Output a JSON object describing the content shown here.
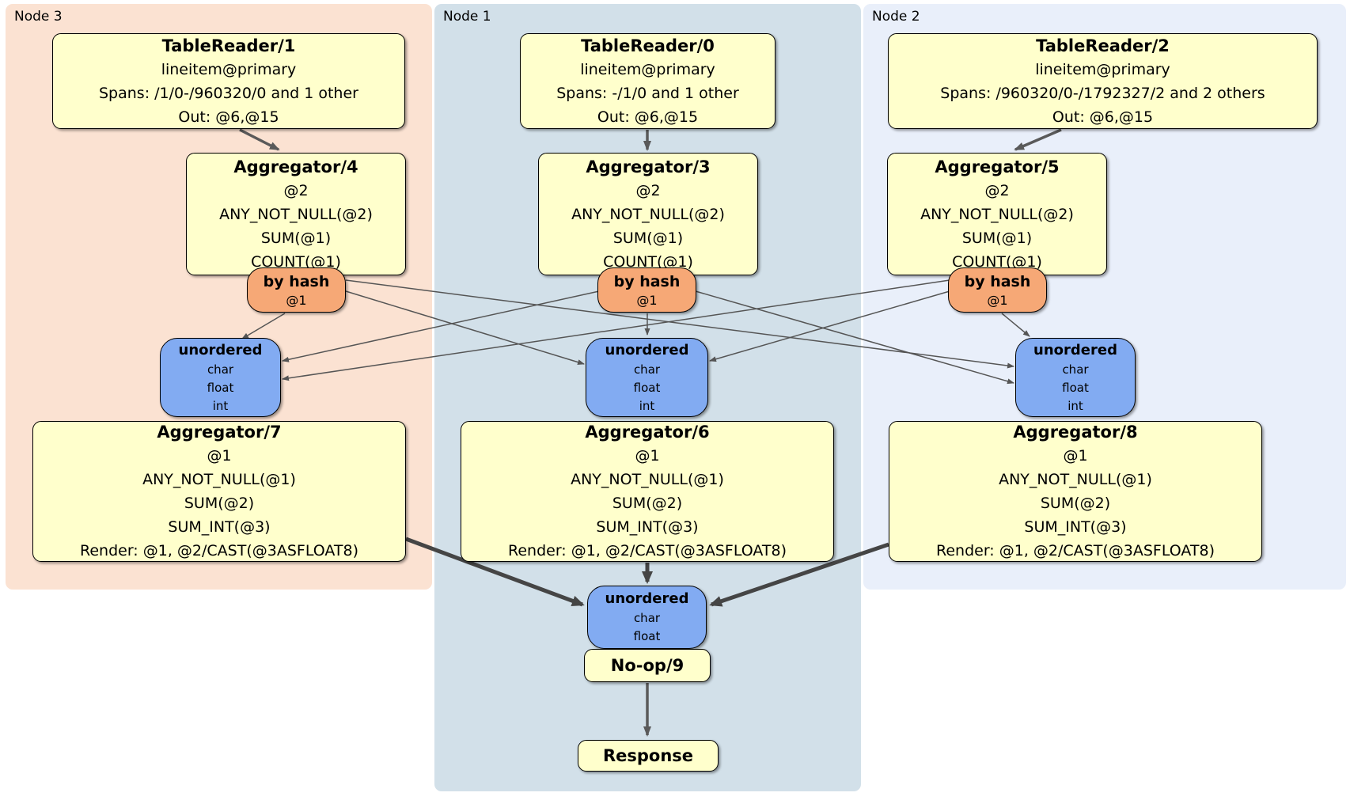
{
  "colors": {
    "panel-node3": "#fbe2d2",
    "panel-node1": "#d2e0e9",
    "panel-node2": "#e9effa",
    "box-yellow": "#ffffcc",
    "box-orange": "#f6a876",
    "box-blue": "#82abf2",
    "edge-thin": "#555555",
    "edge-med": "#5a5a5a",
    "edge-thick": "#454545"
  },
  "panels": {
    "node3": {
      "label": "Node 3"
    },
    "node1": {
      "label": "Node 1"
    },
    "node2": {
      "label": "Node 2"
    }
  },
  "processors": {
    "tr1": {
      "title": "TableReader/1",
      "lines": [
        "lineitem@primary",
        "Spans: /1/0-/960320/0 and 1 other",
        "Out: @6,@15"
      ]
    },
    "tr0": {
      "title": "TableReader/0",
      "lines": [
        "lineitem@primary",
        "Spans: -/1/0 and 1 other",
        "Out: @6,@15"
      ]
    },
    "tr2": {
      "title": "TableReader/2",
      "lines": [
        "lineitem@primary",
        "Spans: /960320/0-/1792327/2 and 2 others",
        "Out: @6,@15"
      ]
    },
    "agg4": {
      "title": "Aggregator/4",
      "lines": [
        "@2",
        "ANY_NOT_NULL(@2)",
        "SUM(@1)",
        "COUNT(@1)"
      ]
    },
    "agg3": {
      "title": "Aggregator/3",
      "lines": [
        "@2",
        "ANY_NOT_NULL(@2)",
        "SUM(@1)",
        "COUNT(@1)"
      ]
    },
    "agg5": {
      "title": "Aggregator/5",
      "lines": [
        "@2",
        "ANY_NOT_NULL(@2)",
        "SUM(@1)",
        "COUNT(@1)"
      ]
    },
    "agg7": {
      "title": "Aggregator/7",
      "lines": [
        "@1",
        "ANY_NOT_NULL(@1)",
        "SUM(@2)",
        "SUM_INT(@3)",
        "Render: @1, @2/CAST(@3ASFLOAT8)"
      ]
    },
    "agg6": {
      "title": "Aggregator/6",
      "lines": [
        "@1",
        "ANY_NOT_NULL(@1)",
        "SUM(@2)",
        "SUM_INT(@3)",
        "Render: @1, @2/CAST(@3ASFLOAT8)"
      ]
    },
    "agg8": {
      "title": "Aggregator/8",
      "lines": [
        "@1",
        "ANY_NOT_NULL(@1)",
        "SUM(@2)",
        "SUM_INT(@3)",
        "Render: @1, @2/CAST(@3ASFLOAT8)"
      ]
    },
    "noop": {
      "title": "No-op/9"
    },
    "response": {
      "title": "Response"
    }
  },
  "routers": {
    "left": {
      "title": "by hash",
      "key": "@1"
    },
    "center": {
      "title": "by hash",
      "key": "@1"
    },
    "right": {
      "title": "by hash",
      "key": "@1"
    }
  },
  "syncs": {
    "left": {
      "title": "unordered",
      "lines": [
        "char",
        "float",
        "int"
      ]
    },
    "center": {
      "title": "unordered",
      "lines": [
        "char",
        "float",
        "int"
      ]
    },
    "right": {
      "title": "unordered",
      "lines": [
        "char",
        "float",
        "int"
      ]
    },
    "final": {
      "title": "unordered",
      "lines": [
        "char",
        "float"
      ]
    }
  }
}
